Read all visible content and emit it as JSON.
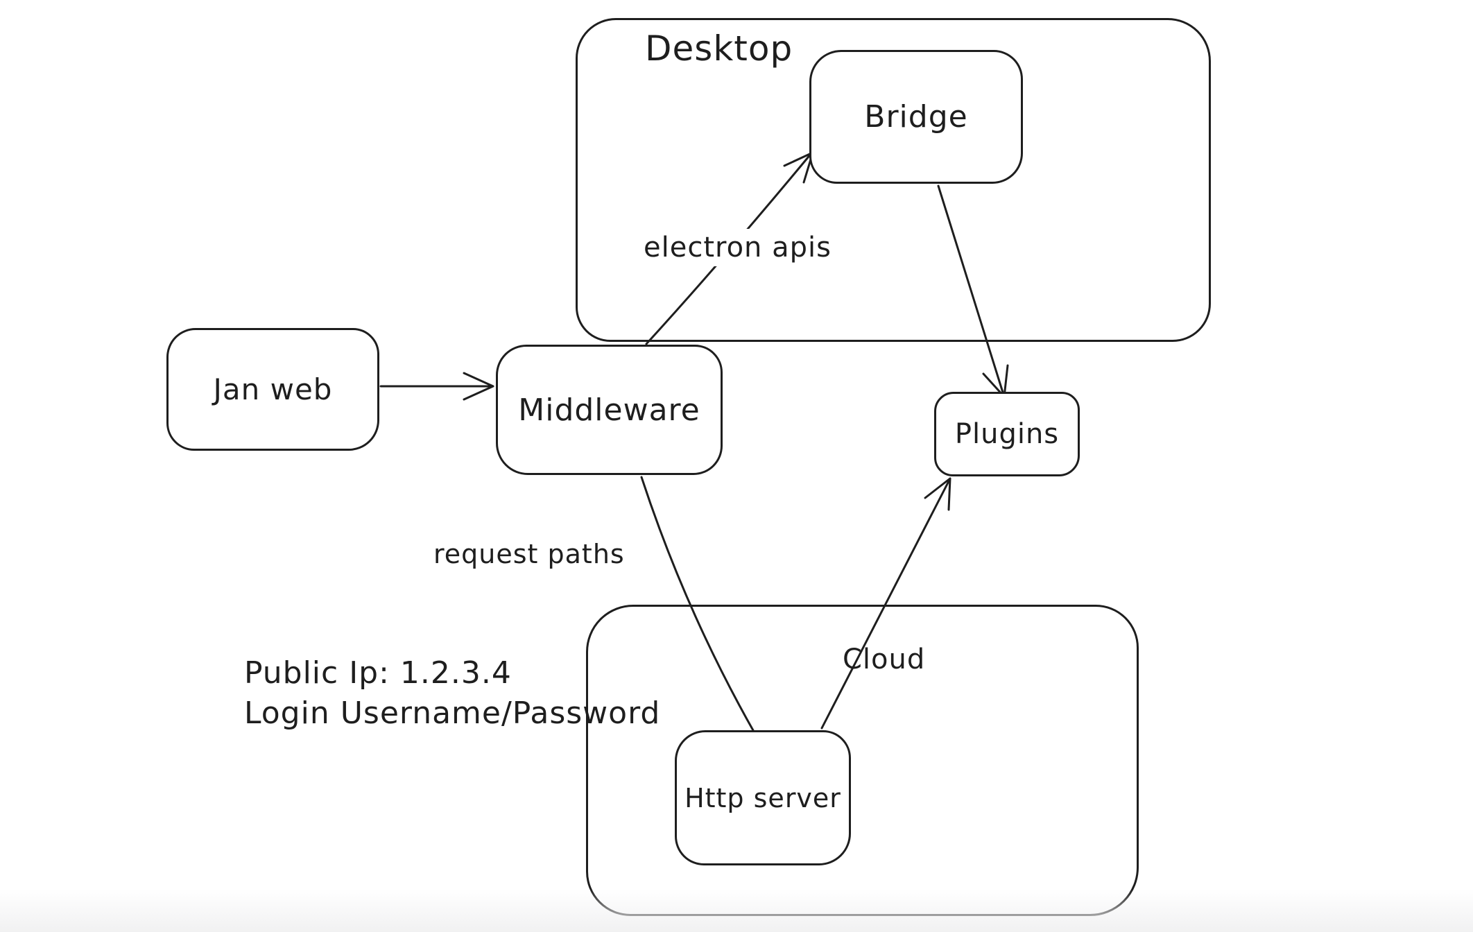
{
  "canvas": {
    "background_color": "#ffffff",
    "ink_color": "#1e1e1e"
  },
  "containers": {
    "desktop": {
      "label": "Desktop"
    },
    "cloud": {
      "label": "Cloud"
    }
  },
  "nodes": {
    "jan_web": {
      "label": "Jan web"
    },
    "middleware": {
      "label": "Middleware"
    },
    "bridge": {
      "label": "Bridge"
    },
    "plugins": {
      "label": "Plugins"
    },
    "http_server": {
      "label": "Http server"
    }
  },
  "edge_labels": {
    "electron_apis": "electron apis",
    "request_paths": "request paths"
  },
  "annotations": {
    "public_ip": "Public Ip: 1.2.3.4",
    "login": "Login Username/Password"
  },
  "edges": [
    {
      "from": "Jan web",
      "to": "Middleware",
      "label": "",
      "arrowhead": true
    },
    {
      "from": "Middleware",
      "to": "Bridge",
      "label": "electron apis",
      "arrowhead": true
    },
    {
      "from": "Bridge",
      "to": "Plugins",
      "label": "",
      "arrowhead": true
    },
    {
      "from": "Middleware",
      "to": "Http server",
      "label": "request paths",
      "arrowhead": false
    },
    {
      "from": "Http server",
      "to": "Plugins",
      "label": "",
      "arrowhead": true
    }
  ]
}
